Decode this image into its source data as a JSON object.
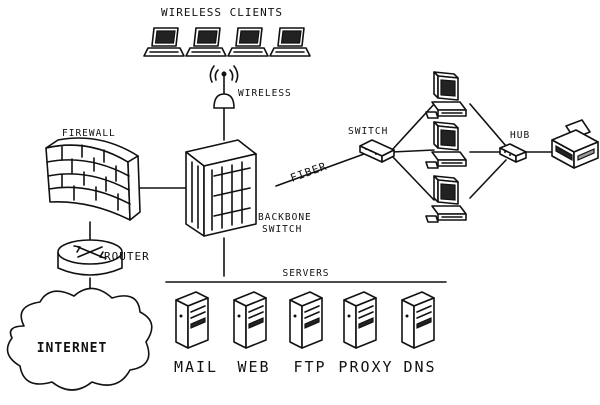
{
  "labels": {
    "wireless_clients": "WIRELESS CLIENTS",
    "wireless": "WIRELESS",
    "firewall": "FIREWALL",
    "router": "ROUTER",
    "internet": "INTERNET",
    "fiber": "FIBER",
    "backbone_line1": "BACKBONE",
    "backbone_line2": "SWITCH",
    "switch": "SWITCH",
    "hub": "HUB",
    "servers": "SERVERS"
  },
  "servers": [
    "MAIL",
    "WEB",
    "FTP",
    "PROXY",
    "DNS"
  ]
}
